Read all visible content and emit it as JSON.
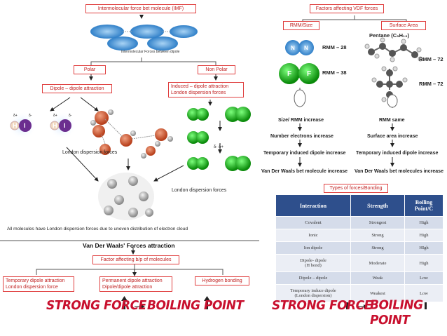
{
  "left": {
    "imf_title": "Intermolecular force bet molecule (IMF)",
    "imf_image_caption": "Intermolecular Forces between dipole",
    "polar": "Polar",
    "nonpolar": "Non Polar",
    "dipole_box": "Dipole – dipole attraction",
    "induced_box_line1": "Induced – dipole attraction",
    "induced_box_line2": "London dispersion forces",
    "hi_h": "H",
    "hi_i": "I",
    "hi_dplus": "δ+",
    "hi_dminus": "δ-",
    "london1": "London dispersion forces",
    "london2": "London dispersion forces",
    "delta_label": "δ- δ+",
    "all_molecules": "All molecules have London dispersion forces due to uneven distribution of electron cloud",
    "vdw_title": "Van Der Waals' Forces attraction",
    "factor_bp": "Factor affecting b/p of molecules",
    "temp_dipole_l1": "Temporary dipole attraction",
    "temp_dipole_l2": "London dispersion force",
    "perm_dipole_l1": "Permanent dipole attraction",
    "perm_dipole_l2": "Dipole/dipole attraction",
    "hbond": "Hydrogen bonding",
    "strong_force": "STRONG FORCE",
    "boiling_point": "BOILING POINT"
  },
  "right": {
    "factors_title": "Factors affecting VDF forces",
    "rmm_size": "RMM/Size",
    "surface_area": "Surface Area",
    "pentane": "Pentane (C₅H₁₂)",
    "n_atom": "N",
    "f_atom": "F",
    "rmm28": "RMM – 28",
    "rmm38": "RMM – 38",
    "rmm72a": "RMM – 72",
    "rmm72b": "RMM – 72",
    "size_rmm_increase": "Size/ RMM increase",
    "num_electrons": "Number electrons increase",
    "temp_induced_l": "Temporary induced dipole increase",
    "vdw_l": "Van Der Waals bet molecule increase",
    "rmm_same": "RMM same",
    "sa_increase": "Surface area increase",
    "temp_induced_r": "Temporary induced dipole increase",
    "vdw_r": "Van Der Waals bet molecules increase",
    "types_title": "Types of forces/Bonding",
    "table_headers": [
      "Interaction",
      "Strength",
      "Boiling Point/C"
    ],
    "table_rows": [
      [
        "Covalent",
        "Strongest",
        "High"
      ],
      [
        "Ionic",
        "Strong",
        "High"
      ],
      [
        "Ion dipole",
        "Strong",
        "HIgh"
      ],
      [
        "Dipole- dipole\n(H bond)",
        "Moderate",
        "High"
      ],
      [
        "Dipole – dipole",
        "Weak",
        "Low"
      ],
      [
        "Temporary induce dipole\n(London dispersion)",
        "Weakest",
        "Low"
      ]
    ],
    "strong_force": "STRONG FORCE",
    "boiling_point": "BOILING POINT"
  },
  "colors": {
    "box_border": "#e04040",
    "box_text": "#c02020",
    "table_header": "#2e4f8c",
    "accent_red": "#c8102e"
  }
}
